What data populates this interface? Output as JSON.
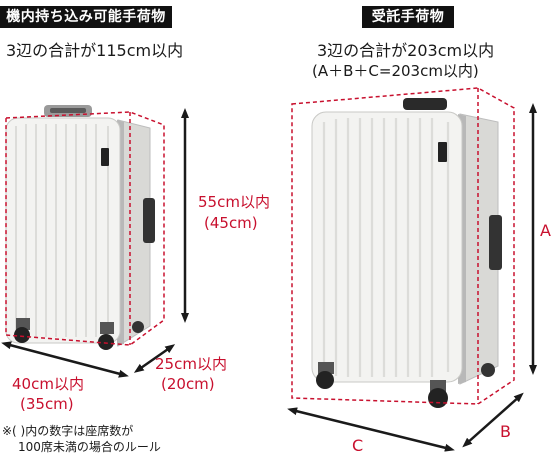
{
  "carry_on": {
    "tag": "機内持ち込み可能手荷物",
    "rule": "3辺の合計が115cm以内",
    "height_label": "55cm以内",
    "height_sub": "(45cm)",
    "width_label": "40cm以内",
    "width_sub": "(35cm)",
    "depth_label": "25cm以内",
    "depth_sub": "(20cm)"
  },
  "checked": {
    "tag": "受託手荷物",
    "rule": "3辺の合計が203cm以内",
    "rule_sub": "(A＋B＋C=203cm以内)",
    "label_a": "A",
    "label_b": "B",
    "label_c": "C"
  },
  "footnote": {
    "line1": "※( )内の数字は座席数が",
    "line2": "100席未満の場合のルール"
  },
  "colors": {
    "accent": "#c8102e",
    "text": "#1a1a1a",
    "tag_bg": "#111111",
    "suitcase": "#f3f3f1"
  }
}
